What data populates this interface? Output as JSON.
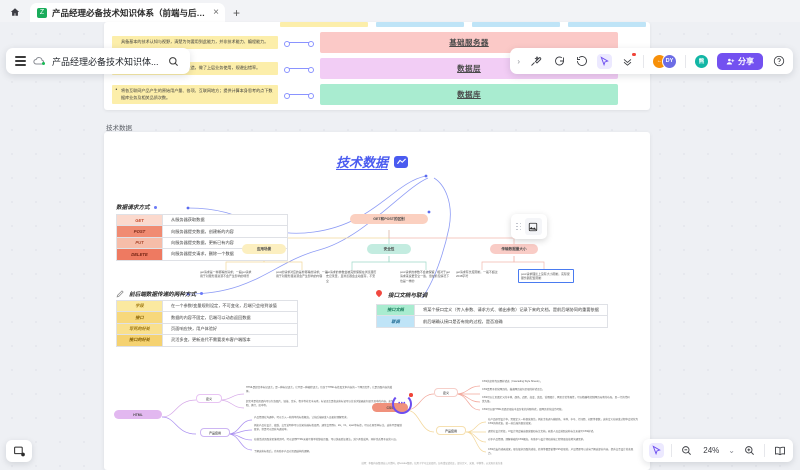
{
  "browser": {
    "home_icon": "home-icon",
    "tab": {
      "favicon_letter": "Z",
      "title": "产品经理必备技术知识体系（前端与后端）",
      "close_label": "×"
    },
    "new_tab_label": "+"
  },
  "toolbar_left": {
    "menu_icon": "hamburger-menu-icon",
    "cloud_icon": "cloud-sync-icon",
    "doc_title": "产品经理必备技术知识体...",
    "search_icon": "search-icon"
  },
  "toolbar_right": {
    "expand_icon": "chevron-right-icon",
    "icons": [
      {
        "name": "magic-wand-icon",
        "glyph": "✎"
      },
      {
        "name": "comment-icon",
        "glyph": "◯"
      },
      {
        "name": "history-icon",
        "glyph": "↺"
      },
      {
        "name": "cursor-pointer-icon",
        "glyph": "▷"
      },
      {
        "name": "notification-icon",
        "glyph": "⌄"
      }
    ],
    "avatars": [
      {
        "name": "avatar-user-1",
        "initials": "←",
        "color": "#f79009"
      },
      {
        "name": "avatar-user-2",
        "initials": "DY",
        "color": "#6c6ce5"
      },
      {
        "name": "avatar-user-3",
        "initials": "熊",
        "color": "#12b6a5"
      }
    ],
    "share_label": "分享",
    "share_icon": "share-person-icon",
    "share_color": "#7351f0",
    "help_icon": "help-circle-icon"
  },
  "bottom": {
    "left_tool_icon": "frame-tool-icon",
    "pointer_icon": "cursor-pointer-icon",
    "zoom_out_icon": "zoom-out-icon",
    "zoom_level": "24%",
    "zoom_dropdown_icon": "chevron-down-icon",
    "zoom_in_icon": "zoom-in-icon",
    "presentation_icon": "presentation-icon"
  },
  "board_top": {
    "notes": [
      "具备基本的技术认知与视野，清楚为何要用到此能力，并非技术能力、编程能力。",
      "对重点数据库或内容进行逻辑计算和改造，做了上层业务使用，规避出错率。",
      "将各互联网产品产生的原始用户量、各项、互联网地方；提供计算本身思考的点下数据库业务及相关品质次数。"
    ],
    "pills": [
      {
        "label": "基础服务器",
        "color": "#fbc9c7"
      },
      {
        "label": "数据层",
        "color": "#f2cdf5"
      },
      {
        "label": "数据库",
        "color": "#a9ecd0"
      }
    ]
  },
  "section": {
    "label": "技术数据"
  },
  "mindmap": {
    "title": "技术数据",
    "title_chip_icon": "chart-chip-icon",
    "branches": {
      "request_methods": {
        "heading": "数据请求方式",
        "rows": [
          {
            "key": "GET",
            "value": "从服务器获取数据",
            "color": "#fbd9cd"
          },
          {
            "key": "POST",
            "value": "向服务器提交数据，创建新的内容",
            "color": "#f08b72"
          },
          {
            "key": "PUT",
            "value": "向服务器提交数据，更新已有内容",
            "color": "#f6bda9"
          },
          {
            "key": "DELETE",
            "value": "向服务器提交请求，删除一个数据",
            "color": "#ee7a61"
          }
        ]
      },
      "get_post": {
        "root": "GET和POST的区别",
        "root_color": "#fbd0c0",
        "children": [
          {
            "label": "应用场景",
            "color": "#fcefc0",
            "leaves": [
              "get请求是一种幂等的请求；一般get请求用于对服务器资源不会产生影响的场景",
              "post的请求对应的是非幂等的请求；一般用于对服务器资源会产生影响的内容"
            ]
          },
          {
            "label": "安全性",
            "color": "#c3ece0",
            "leaves": [
              "get请求的参数会被完整保留在浏览器历史记录里，且浏览器会主动缓存，不安全",
              "post请求的参数不会被保留，相对于get请求来说更安全一些，但在抓包情况下也是一样的"
            ]
          },
          {
            "label": "传输数据量大小",
            "color": "#f9ccc6",
            "leaves": [
              "get请求有长度限制，一般不超过2048字符",
              "post请求理论上没有大小限制，实际受服务器配置限制"
            ]
          }
        ]
      },
      "transfer_methods": {
        "heading": "前后端数据传递的两种方式",
        "icon": "pen-icon",
        "rows": [
          {
            "key": "字段",
            "value": "在一个参数/变量规则设定，不可变化，后端只会给到该值",
            "color": "#fbe9a0"
          },
          {
            "key": "接口",
            "value": "数据的内容不固定，后端可以动态返回数据",
            "color": "#f7d87c"
          },
          {
            "key": "写死的好处",
            "value": "页面响应快，用户体验好",
            "color": "#f9e08e"
          },
          {
            "key": "接口的好处",
            "value": "灵活多变，更新迭代不需要发布客户端版本",
            "color": "#f5d271"
          }
        ]
      },
      "api_docs": {
        "heading": "接口文档与联调",
        "pin_icon": "location-pin-icon",
        "rows": [
          {
            "key": "接口文档",
            "value": "将某个接口定义（传入参数、请求方式、输出参数）记录下来的文档，是前后端协同的重要依据",
            "color": "#a9ecd0"
          },
          {
            "key": "联调",
            "value": "前后端确认接口是否有效的过程，是否准确",
            "color": "#bfe4f7"
          }
        ]
      }
    },
    "bottom_left": {
      "root": "HTML",
      "root_color": "#e2b8f0",
      "children": [
        {
          "label": "定义",
          "color": "#f4d0ea",
          "lines": [
            "HTML是超文本标记语言，是一种标记语言，它不是一种编程语言，包含了HTML标签及文本内容的一个网页文件，它是页面内容的载体。",
            "超文本是指页面内可以包含图片、链接、音乐、程序等非文字元素。标记语言是指这些标记可以告诉浏览器如何显示其中的内容，如加粗、换行、居中等。"
          ]
        },
        {
          "label": "产品应用",
          "color": "#d9c7f6",
          "lines": [
            "产品经理在沟通中，可以引入一些简单的标签概念，让前后端研发人员更好理解需求。",
            "例如产品在设计、改版、交互说明中可以告知前端标签使用，通常会用到p、div、h1、span等标签，可以在原型中标注，这些不是强制要求，但是可以提升沟通效率。",
            "在做活动页面或者落地页时，可以使用HTML来编写简单的静态页面，可以快速验证想法，减少开发成本，同样也适用于运营人员。",
            "了解这些标签后，也有助于产品对页面结构的理解。"
          ]
        }
      ]
    },
    "bottom_right": {
      "root": "CSS",
      "root_color": "#f0917c",
      "spinner_icon": "loading-spinner-icon",
      "children": [
        {
          "label": "定义",
          "color": "#f6cfc9",
          "lines": [
            "CSS的全称为层叠样式表（Cascading Style Sheets）。",
            "CSS是用于美化网页的，描述网页如何呈现的样式语言。",
            "CSS可以让页面定义的字体、颜色、边距、高度、宽度、背景图片、网页定位等属性，可以精确地控制网页元素的布局，且一行的代码优先级。",
            "CSS可以使HTML页面呈现出千变万化的外观样式，使网页美化成为可能。"
          ]
        },
        {
          "label": "产品应用",
          "color": "#f9e0a3",
          "lines": [
            "在产品原型设计中，需要定义一些视觉规范，例如主色调与辅助色、字体、字号、行间距、间距等参数，这些定义在研发过程中会转化为CSS的样式表，统一前后端的视觉效果。",
            "通常在设计阶段，UI设计师会输出视觉稿和标注文档，研发人员会按照这些标注来编写CSS样式。",
            "对于产品经理，理解基础的CSS概念，有助于与设计师和前端工程师更高效地沟通需求。",
            "CSS也支持动画效果，现在很多页面的动效、转场等都是依靠CSS实现的，产品经理可以适当了解这部分内容，提升交互设计的表现力。"
          ]
        }
      ]
    },
    "footer_note": "说明：本图内容整理自公开资料，@lesslee整理，仅用于学习交流使用，如有错误请指正，部分定义、来源、举例等，以实际开发为准"
  }
}
